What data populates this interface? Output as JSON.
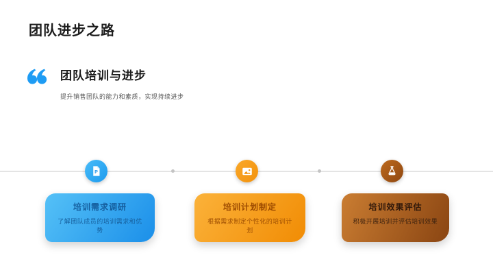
{
  "slide": {
    "title": "团队进步之路",
    "quote": {
      "icon": "double-quote-icon",
      "icon_color": "#1E9CF4",
      "heading": "团队培训与进步",
      "subtitle": "提升销售团队的能力和素质，实现持续进步"
    },
    "timeline": {
      "line_color": "#E4E4E4",
      "dot_color": "#C4C4C4",
      "steps": [
        {
          "icon": "document-icon",
          "badge_color": "#2FA9F2",
          "card_gradient": [
            "#55C1F7",
            "#1B8FE9"
          ],
          "card_title": "培训需求调研",
          "card_text": "了解团队成员的培训需求和优势"
        },
        {
          "icon": "image-icon",
          "badge_color": "#F89E17",
          "card_gradient": [
            "#FBB23A",
            "#F18C04"
          ],
          "card_title": "培训计划制定",
          "card_text": "根据需求制定个性化的培训计划"
        },
        {
          "icon": "flask-icon",
          "badge_color": "#A85614",
          "card_gradient": [
            "#CA7D32",
            "#8A4512"
          ],
          "card_title": "培训效果评估",
          "card_text": "积极开展培训并评估培训效果"
        }
      ]
    }
  }
}
